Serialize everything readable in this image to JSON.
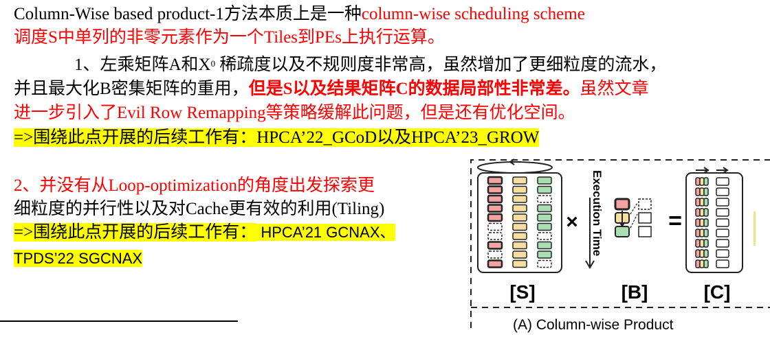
{
  "para1": {
    "l1_a": "Column-Wise based product-1方法本质上是一种",
    "l1_b": "column-wise scheduling scheme",
    "l2": "调度S中单列的非零元素作为一个Tiles到PEs上执行运算。",
    "l3_a": "1、左乘矩阵A和X",
    "l3_sup": "0",
    "l3_b": " 稀疏度以及不规则度非常高，虽然增加了更细粒度的流水，",
    "l4_a": "并且最大化B密集矩阵的重用，",
    "l4_b": "但是S以及结果矩阵C的数据局部性非常差。",
    "l4_c": "虽然文章",
    "l5": "进一步引入了Evil Row Remapping等策略缓解此问题，但是还有优化空间。",
    "l6": "=>围绕此点开展的后续工作有：HPCA’22_GCoD以及HPCA’23_GROW"
  },
  "para2": {
    "l1": "2、并没有从Loop-optimization的角度出发探索更",
    "l2": "细粒度的并行性以及对Cache更有效的利用(Tiling)",
    "l3_a": "=>围绕此点开展的后续工作有：",
    "l3_b": "  HPCA’21 GCNAX、",
    "l4": "TPDS’22 SGCNAX"
  },
  "figure": {
    "label_s": "[S]",
    "label_b": "[B]",
    "label_c": "[C]",
    "times": "×",
    "equals": "=",
    "axis_label": "Execution Time",
    "caption": "(A) Column-wise Product"
  },
  "colors": {
    "red_cell": "#f4a3a3",
    "yellow_cell": "#f7dfa0",
    "green_cell": "#a9ddb2",
    "highlight": "#ffff00",
    "text_red": "#ff0000"
  }
}
